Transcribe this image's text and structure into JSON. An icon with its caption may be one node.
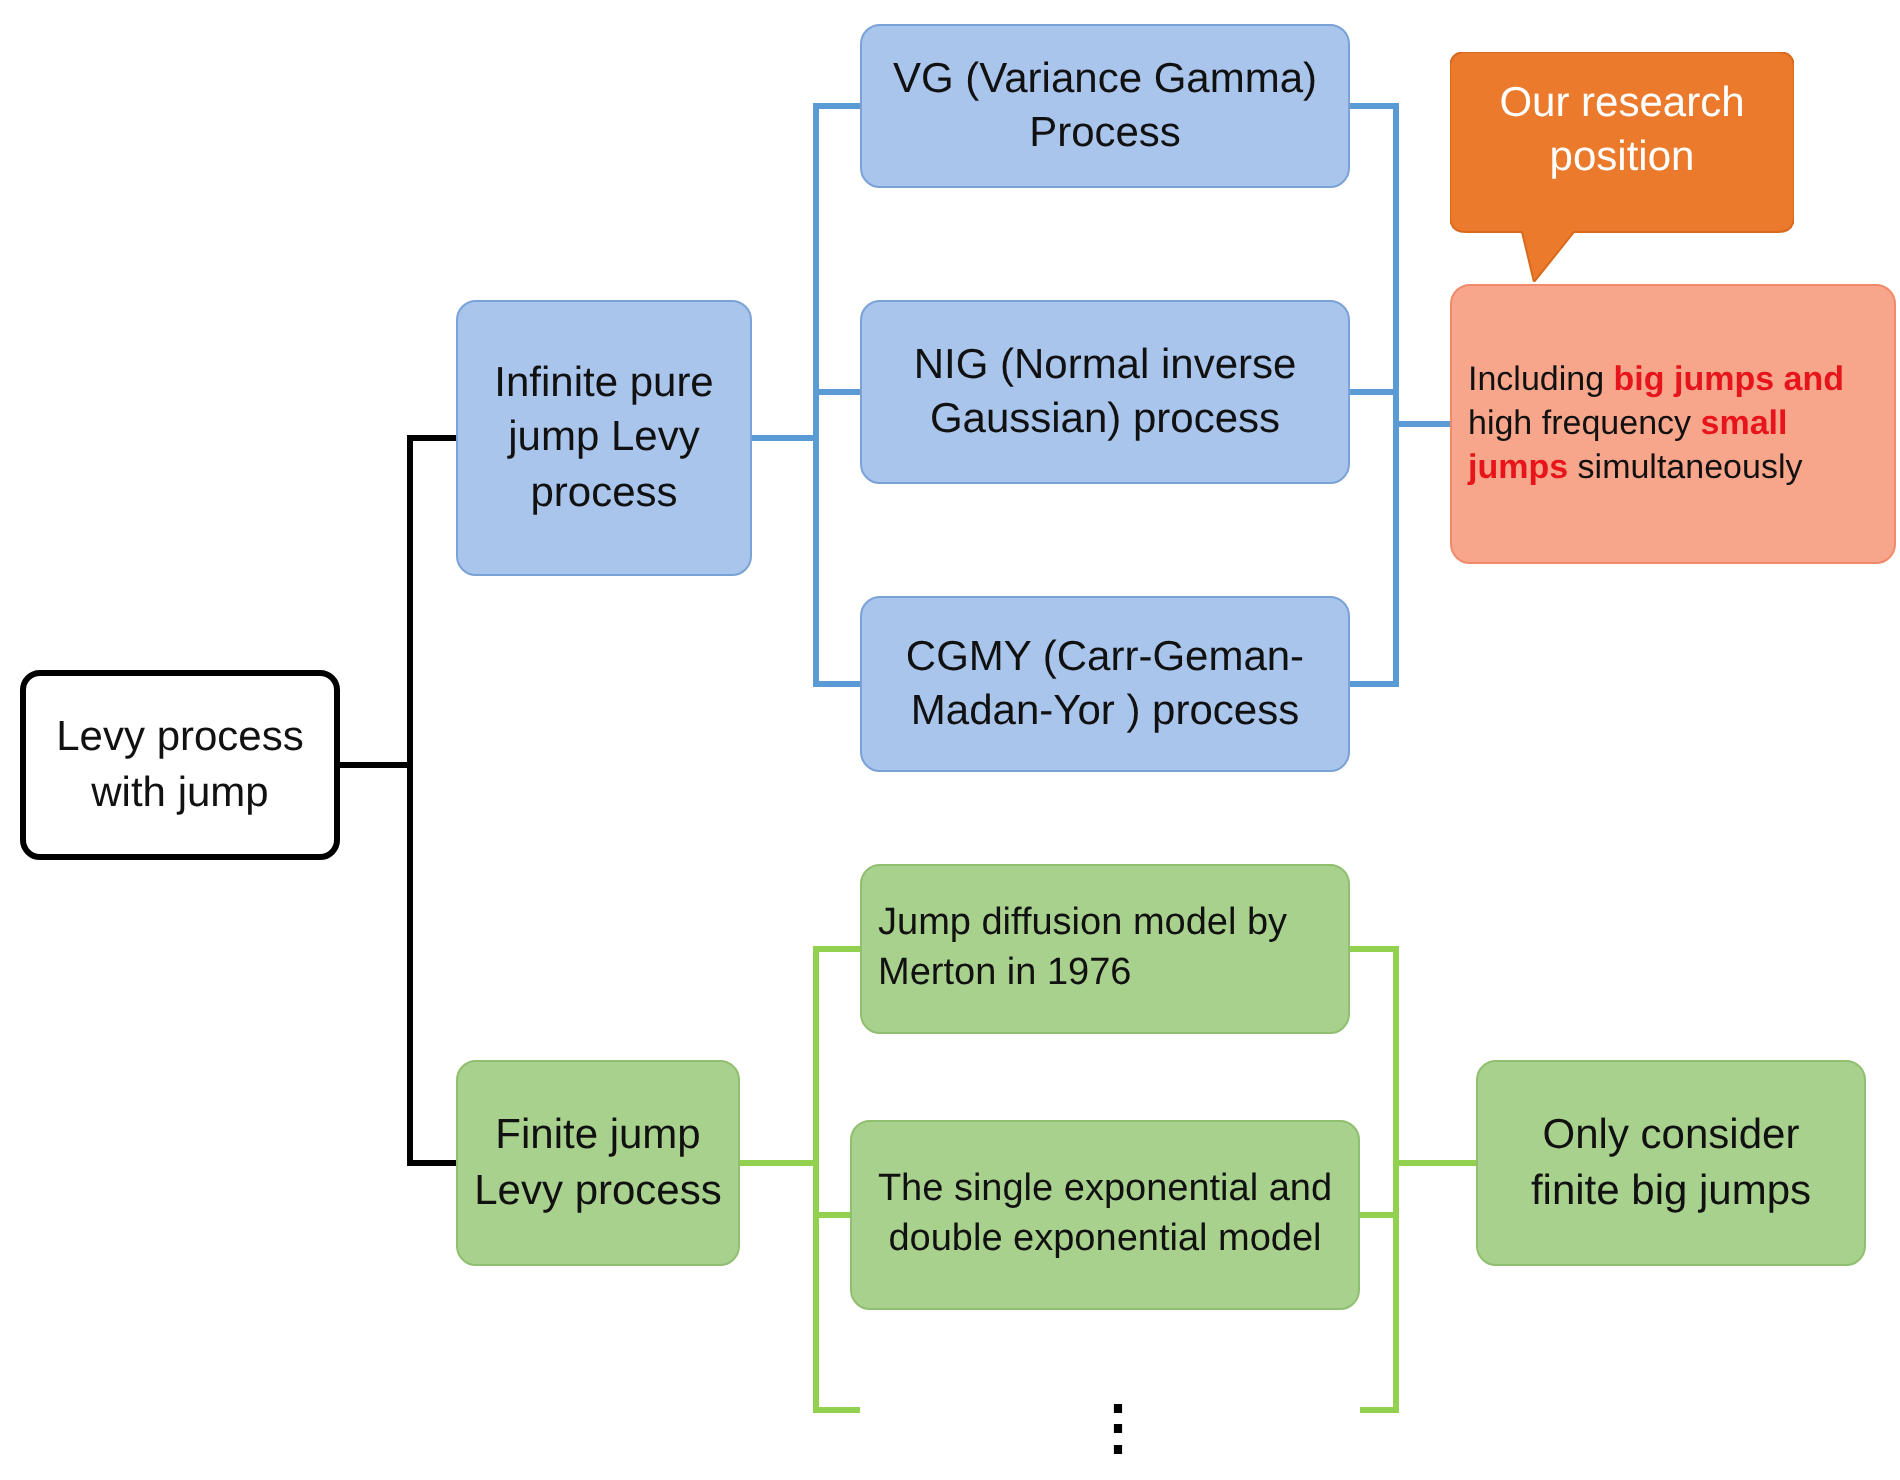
{
  "diagram": {
    "nodes": [
      {
        "text": [
          "Levy process with jump"
        ]
      },
      {
        "text": [
          "Infinite pure jump Levy process"
        ]
      },
      {
        "text": [
          "VG (Variance Gamma) Process"
        ]
      },
      {
        "text": [
          "NIG (Normal inverse Gaussian) process"
        ]
      },
      {
        "text": [
          "CGMY (Carr-Geman-Madan-Yor ) process"
        ]
      },
      {
        "text": [
          "Our research position"
        ]
      },
      {
        "text": [
          "Including **big jumps and** high frequency **small jumps** simultaneously"
        ]
      },
      {
        "text": [
          "Finite jump Levy process"
        ]
      },
      {
        "text": [
          "Jump diffusion model by Merton in 1976"
        ]
      },
      {
        "text": [
          "The single exponential and double exponential model"
        ]
      },
      {
        "text": [
          "Only consider finite big jumps"
        ]
      }
    ],
    "edges": [
      {
        "from": 0,
        "to": 1,
        "arrow": "none",
        "color": "#000000"
      },
      {
        "from": 0,
        "to": 7,
        "arrow": "none",
        "color": "#000000"
      },
      {
        "from": 1,
        "to": 2,
        "arrow": "none",
        "color": "#5b9bd5"
      },
      {
        "from": 1,
        "to": 3,
        "arrow": "none",
        "color": "#5b9bd5"
      },
      {
        "from": 1,
        "to": 4,
        "arrow": "none",
        "color": "#5b9bd5"
      },
      {
        "from": 2,
        "to": 6,
        "arrow": "none",
        "color": "#5b9bd5"
      },
      {
        "from": 3,
        "to": 6,
        "arrow": "none",
        "color": "#5b9bd5"
      },
      {
        "from": 4,
        "to": 6,
        "arrow": "none",
        "color": "#5b9bd5"
      },
      {
        "from": 7,
        "to": 8,
        "arrow": "none",
        "color": "#92d050"
      },
      {
        "from": 7,
        "to": 9,
        "arrow": "none",
        "color": "#92d050"
      },
      {
        "from": 8,
        "to": 10,
        "arrow": "none",
        "color": "#92d050"
      },
      {
        "from": 9,
        "to": 10,
        "arrow": "none",
        "color": "#92d050"
      }
    ],
    "labels": [
      "⋮"
    ]
  }
}
